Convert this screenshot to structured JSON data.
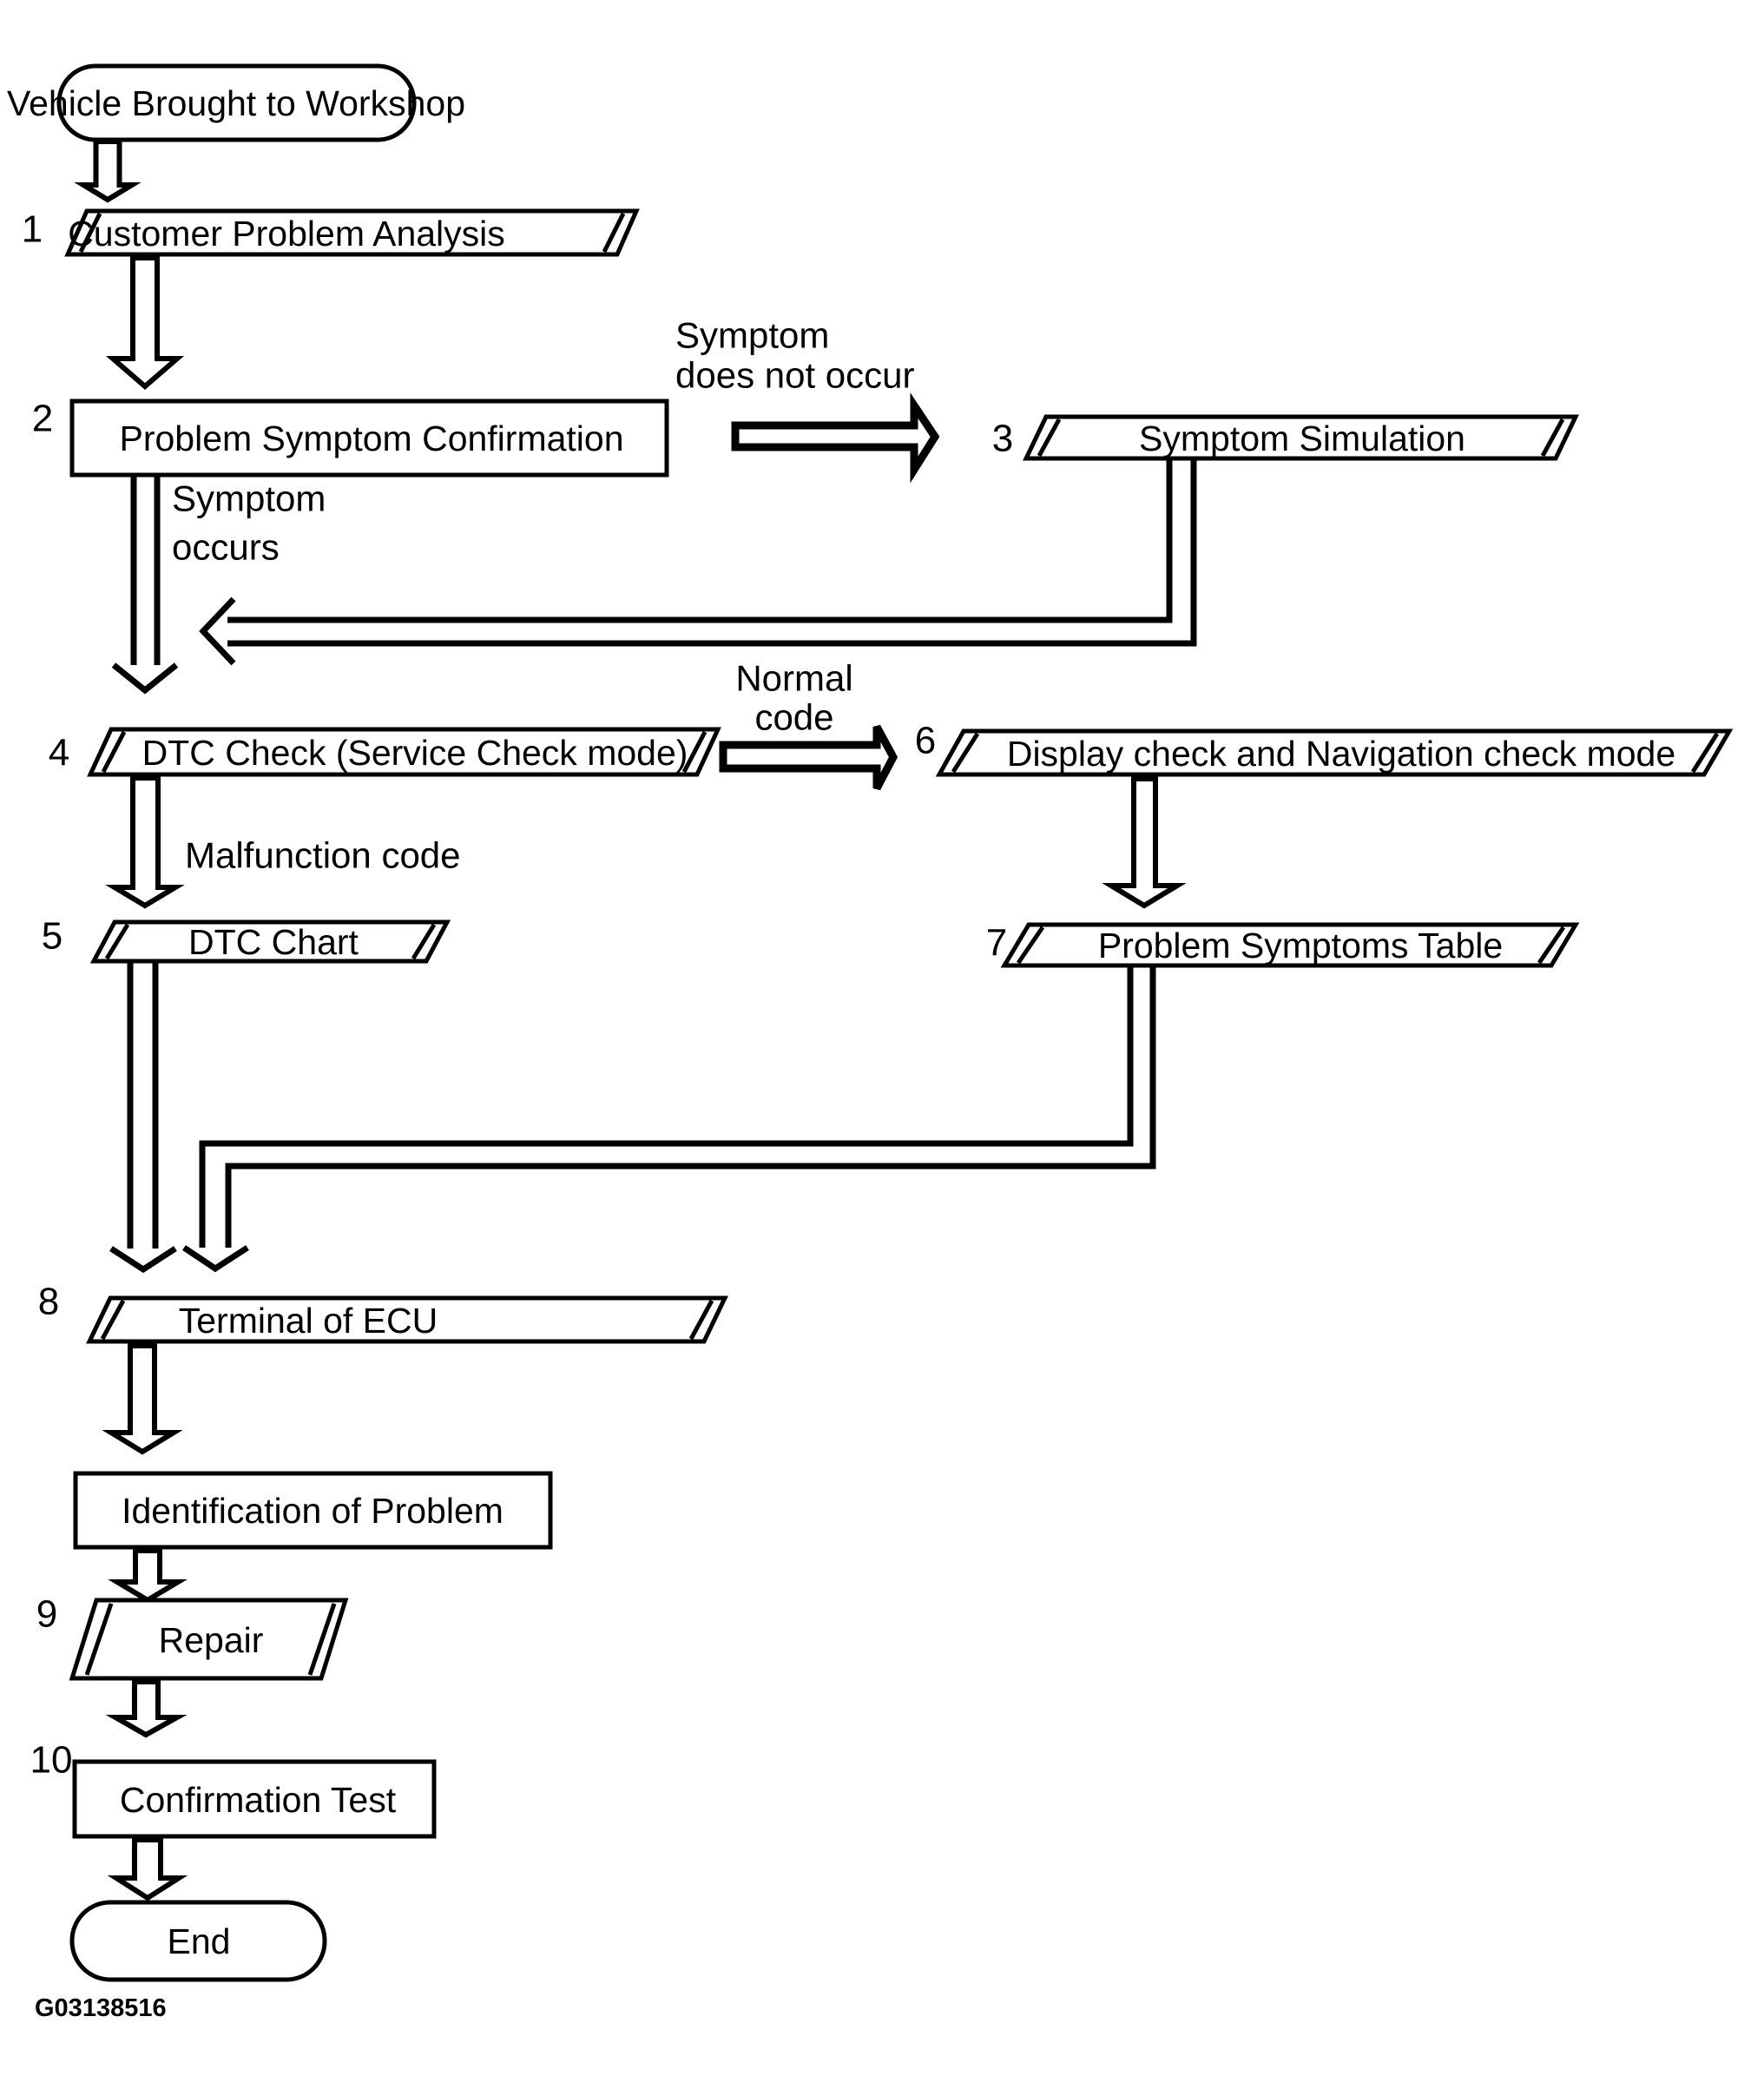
{
  "colors": {
    "background": "#ffffff",
    "ink": "#000000"
  },
  "flowchart": {
    "start": {
      "label": "Vehicle Brought to Workshop"
    },
    "steps": [
      {
        "num": "1",
        "shape": "slashed-parallelogram",
        "label": "Customer Problem Analysis"
      },
      {
        "num": "2",
        "shape": "rectangle",
        "label": "Problem Symptom Confirmation"
      },
      {
        "num": "3",
        "shape": "slashed-parallelogram",
        "label": "Symptom Simulation"
      },
      {
        "num": "4",
        "shape": "slashed-parallelogram",
        "label": "DTC Check (Service Check mode)"
      },
      {
        "num": "5",
        "shape": "slashed-parallelogram",
        "label": "DTC Chart"
      },
      {
        "num": "6",
        "shape": "slashed-parallelogram",
        "label": "Display check and Navigation check mode"
      },
      {
        "num": "7",
        "shape": "slashed-parallelogram",
        "label": "Problem Symptoms Table"
      },
      {
        "num": "8",
        "shape": "slashed-parallelogram",
        "label": "Terminal of ECU"
      },
      {
        "num": "",
        "shape": "rectangle",
        "label": "Identification of Problem"
      },
      {
        "num": "9",
        "shape": "slashed-parallelogram",
        "label": "Repair"
      },
      {
        "num": "10",
        "shape": "rectangle",
        "label": "Confirmation Test"
      }
    ],
    "end": {
      "label": "End"
    },
    "edge_labels": {
      "symptom_does_not_occur": [
        "Symptom",
        "does not occur"
      ],
      "symptom_occurs": [
        "Symptom",
        "occurs"
      ],
      "normal_code": [
        "Normal",
        "code"
      ],
      "malfunction_code": "Malfunction code"
    },
    "figure_id": "G03138516"
  }
}
